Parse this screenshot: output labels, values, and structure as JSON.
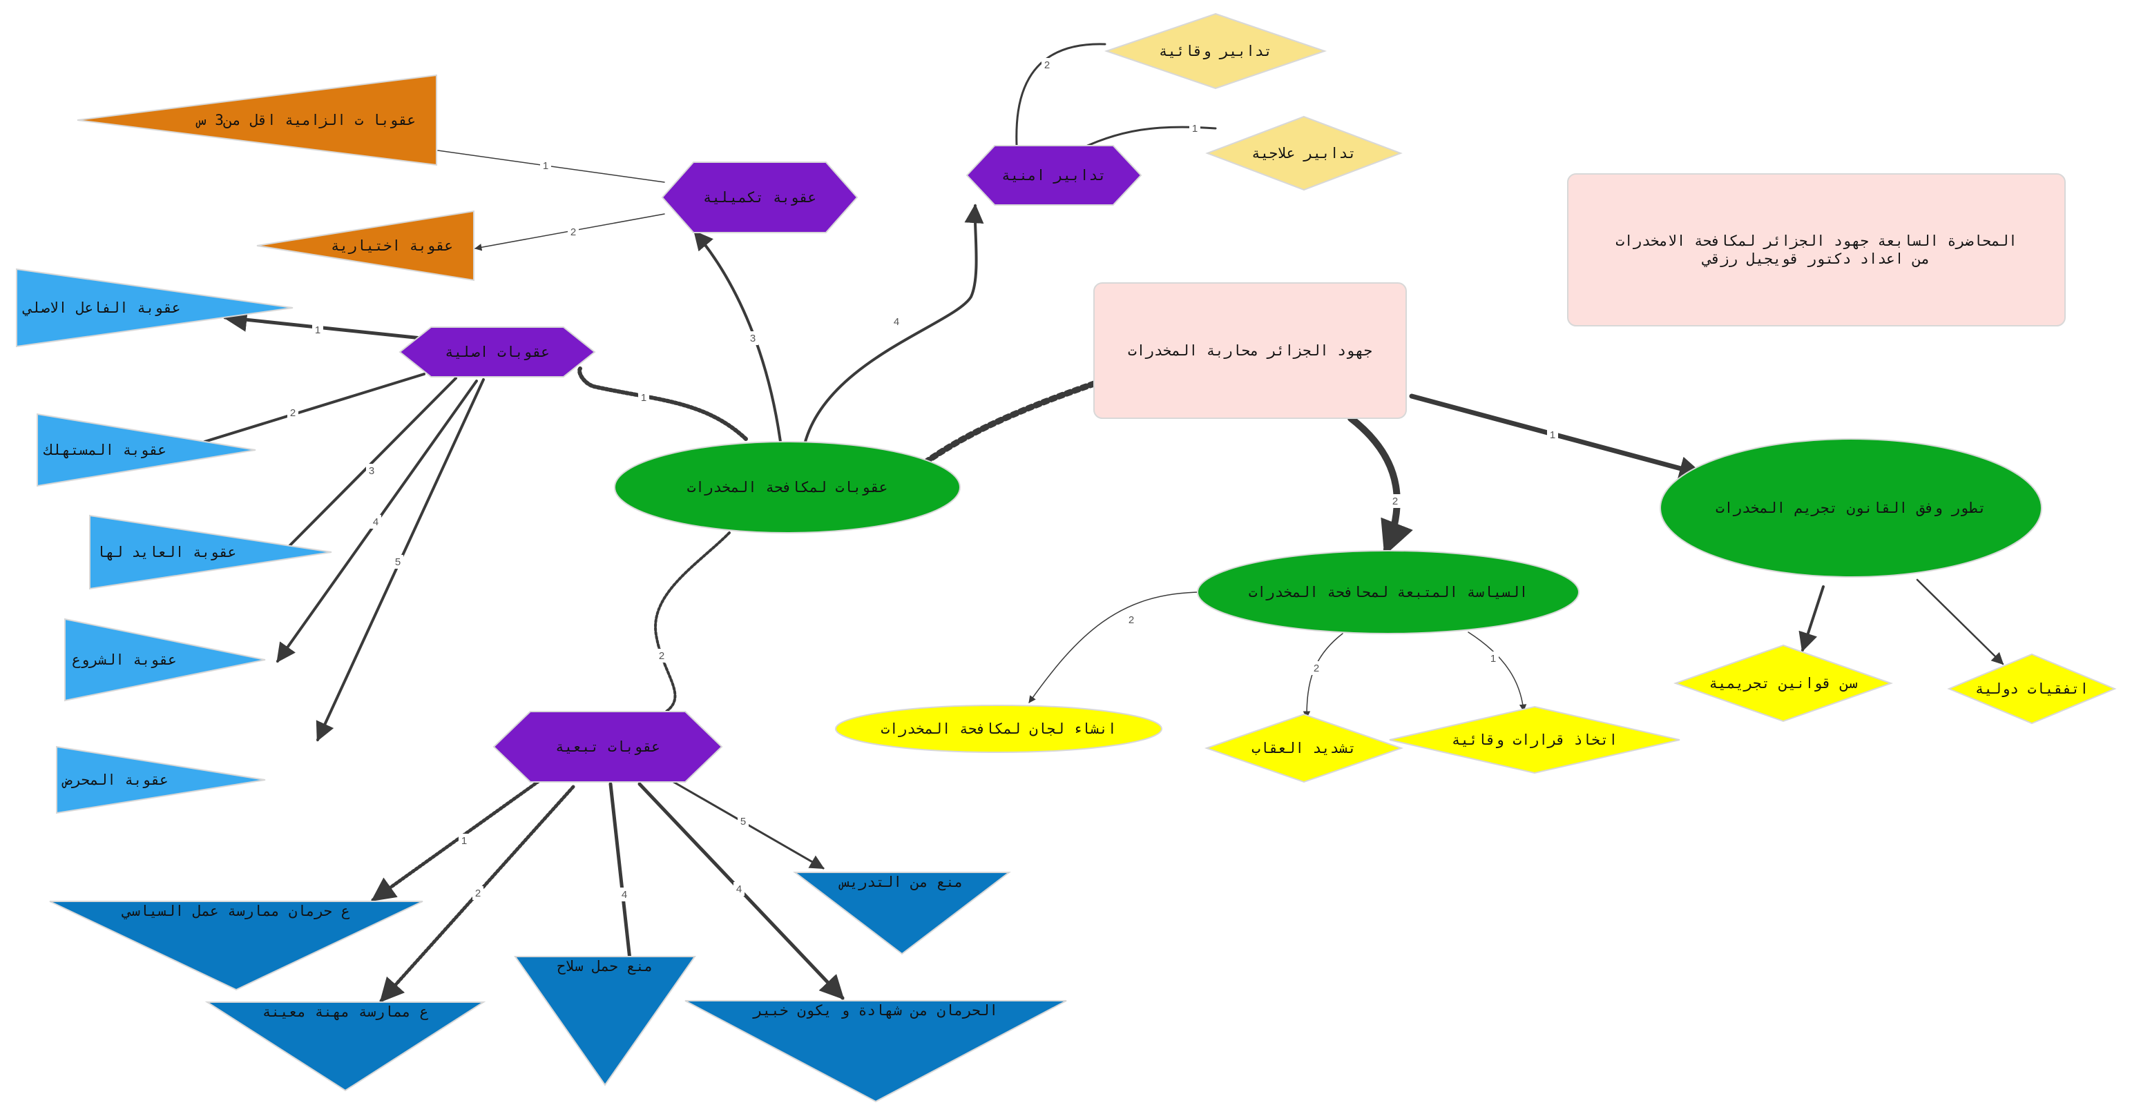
{
  "colors": {
    "rect_fill": "#fde0dd",
    "rect_stroke": "#f3d8a8",
    "green": "#0aa820",
    "purple": "#7a1ac8",
    "orange": "#dc7a10",
    "light_blue": "#3aaaf0",
    "dark_blue": "#0a78c0",
    "pale_yellow": "#f9e38a",
    "yellow": "#ffff00",
    "edge": "#3a3a3a"
  },
  "nodes": [
    {
      "id": "title",
      "label": "المحاضرة السابعة جهود الجزائر لمكافحة الامخدرات\nمن اعداد دكتور قويجيل رزقي"
    },
    {
      "id": "center",
      "label": "جهود الجزائر محاربة المخدرات"
    },
    {
      "id": "uqubat_main",
      "label": "عقوبات لمكافحة المخدرات"
    },
    {
      "id": "tatawwur",
      "label": "تطور وفق القانون تجريم المخدرات"
    },
    {
      "id": "siyasa",
      "label": "السياسة المتبعة لمحافحة المخدرات"
    },
    {
      "id": "ittifaqiyat",
      "label": "اتفقيات دولية"
    },
    {
      "id": "qawanin",
      "label": "سن قوانين تجريمية"
    },
    {
      "id": "lijan",
      "label": "انشاء لجان لمكافحة المخدرات"
    },
    {
      "id": "tashdid",
      "label": "تشديد العقاب"
    },
    {
      "id": "ittikhadh",
      "label": "اتخاذ قرارات وقائية"
    },
    {
      "id": "takmiliya",
      "label": "عقوبة تكميلية"
    },
    {
      "id": "amniya",
      "label": "تدابير امنية"
    },
    {
      "id": "asliya",
      "label": "عقوبات اصلية"
    },
    {
      "id": "tabaiya",
      "label": "عقوبات تبعية"
    },
    {
      "id": "wiqaiya",
      "label": "تدابير وقائية"
    },
    {
      "id": "ilajiya",
      "label": "تدابير علاجية"
    },
    {
      "id": "ilzamiya",
      "label": "عقوبا ت الزامية اقل من3 س"
    },
    {
      "id": "ikhtiyariya",
      "label": "عقوبة اختيارية"
    },
    {
      "id": "fail",
      "label": "عقوبة الفاعل الاصلي"
    },
    {
      "id": "mustahlik",
      "label": "عقوبة المستهلك"
    },
    {
      "id": "aid",
      "label": "عقوبة العايد لها"
    },
    {
      "id": "shuru",
      "label": "عقوبة الشروع"
    },
    {
      "id": "muharrid",
      "label": "عقوبة المحرض"
    },
    {
      "id": "hirman_siyasi",
      "label": "ع حرمان ممارسة عمل السياسي"
    },
    {
      "id": "mihna",
      "label": "ع ممارسة مهنة معينة"
    },
    {
      "id": "silah",
      "label": "منع حمل سلاح"
    },
    {
      "id": "shahada",
      "label": "الحرمان من شهادة و يكون خبير"
    },
    {
      "id": "tadris",
      "label": "منع من التدريس"
    }
  ],
  "edges": [
    {
      "from": "center",
      "to": "tatawwur",
      "label": "1"
    },
    {
      "from": "center",
      "to": "siyasa",
      "label": "2"
    },
    {
      "from": "center",
      "to": "uqubat_main",
      "label": ""
    },
    {
      "from": "tatawwur",
      "to": "ittifaqiyat",
      "label": ""
    },
    {
      "from": "tatawwur",
      "to": "qawanin",
      "label": ""
    },
    {
      "from": "siyasa",
      "to": "ittikhadh",
      "label": "1"
    },
    {
      "from": "siyasa",
      "to": "tashdid",
      "label": "2"
    },
    {
      "from": "siyasa",
      "to": "lijan",
      "label": "2"
    },
    {
      "from": "uqubat_main",
      "to": "asliya",
      "label": "1"
    },
    {
      "from": "uqubat_main",
      "to": "tabaiya",
      "label": "2"
    },
    {
      "from": "uqubat_main",
      "to": "takmiliya",
      "label": "3"
    },
    {
      "from": "uqubat_main",
      "to": "amniya",
      "label": "4"
    },
    {
      "from": "amniya",
      "to": "ilajiya",
      "label": "1"
    },
    {
      "from": "amniya",
      "to": "wiqaiya",
      "label": "2"
    },
    {
      "from": "takmiliya",
      "to": "ilzamiya",
      "label": "1"
    },
    {
      "from": "takmiliya",
      "to": "ikhtiyariya",
      "label": "2"
    },
    {
      "from": "asliya",
      "to": "fail",
      "label": "1"
    },
    {
      "from": "asliya",
      "to": "mustahlik",
      "label": "2"
    },
    {
      "from": "asliya",
      "to": "aid",
      "label": "3"
    },
    {
      "from": "asliya",
      "to": "shuru",
      "label": "4"
    },
    {
      "from": "asliya",
      "to": "muharrid",
      "label": "5"
    },
    {
      "from": "tabaiya",
      "to": "hirman_siyasi",
      "label": "1"
    },
    {
      "from": "tabaiya",
      "to": "mihna",
      "label": "2"
    },
    {
      "from": "tabaiya",
      "to": "silah",
      "label": "4"
    },
    {
      "from": "tabaiya",
      "to": "shahada",
      "label": "4"
    },
    {
      "from": "tabaiya",
      "to": "tadris",
      "label": "5"
    }
  ]
}
